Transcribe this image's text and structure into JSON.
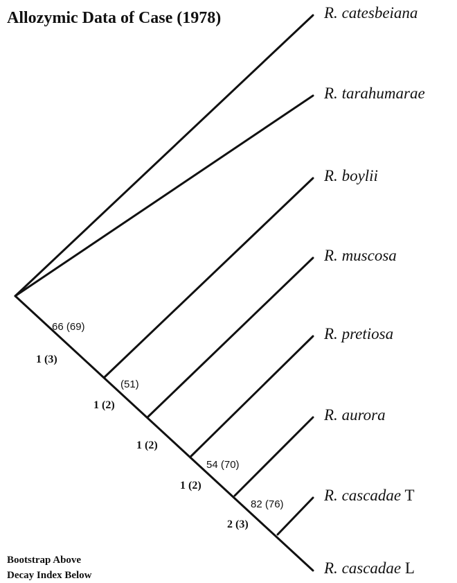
{
  "title": "Allozymic Data of Case (1978)",
  "taxa": [
    {
      "genus": "R.",
      "species": "catesbeiana",
      "suffix": ""
    },
    {
      "genus": "R.",
      "species": "tarahumarae",
      "suffix": ""
    },
    {
      "genus": "R.",
      "species": "boylii",
      "suffix": ""
    },
    {
      "genus": "R.",
      "species": "muscosa",
      "suffix": ""
    },
    {
      "genus": "R.",
      "species": "pretiosa",
      "suffix": ""
    },
    {
      "genus": "R.",
      "species": "aurora",
      "suffix": ""
    },
    {
      "genus": "R.",
      "species": "cascadae",
      "suffix": "T"
    },
    {
      "genus": "R.",
      "species": "cascadae",
      "suffix": "L"
    }
  ],
  "nodes": [
    {
      "bootstrap": "66 (69)",
      "decay": "1 (3)"
    },
    {
      "bootstrap": "(51)",
      "decay": "1 (2)"
    },
    {
      "bootstrap": "",
      "decay": "1 (2)"
    },
    {
      "bootstrap": "54 (70)",
      "decay": "1 (2)"
    },
    {
      "bootstrap": "82 (76)",
      "decay": "2 (3)"
    }
  ],
  "legend": {
    "line1": "Bootstrap Above",
    "line2": "Decay Index Below"
  }
}
